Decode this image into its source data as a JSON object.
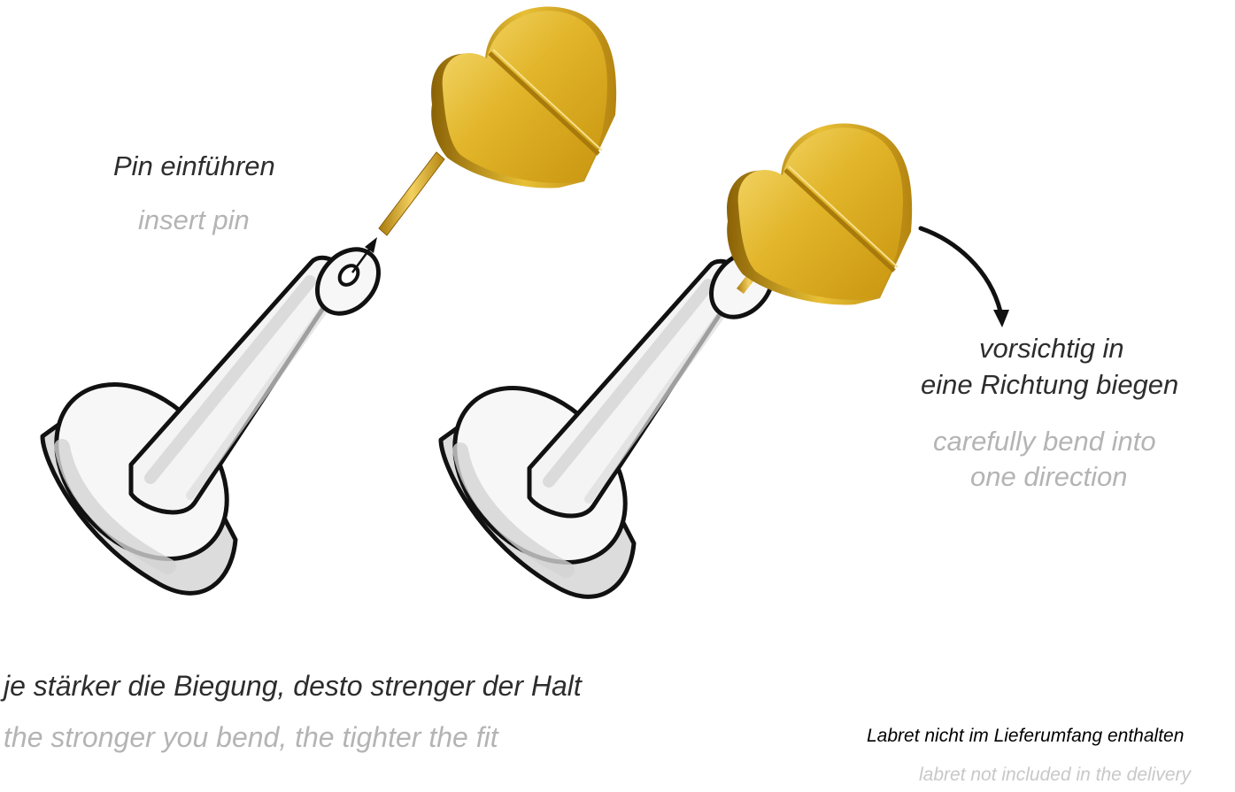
{
  "step_insert": {
    "de": "Pin einführen",
    "en": "insert pin"
  },
  "step_bend": {
    "de_line1": "vorsichtig in",
    "de_line2": "eine Richtung biegen",
    "en_line1": "carefully bend into",
    "en_line2": "one direction"
  },
  "note_fit": {
    "de": "je stärker die Biegung, desto strenger der Halt",
    "en": "the stronger you bend, the tighter the fit"
  },
  "note_labret": {
    "de": "Labret nicht im Lieferumfang enthalten",
    "en": "labret not included in the delivery"
  },
  "colors": {
    "gold_light": "#f2d35a",
    "gold_mid": "#d9a81c",
    "gold_dark": "#9a6f08",
    "labret_fill": "#f6f6f6",
    "labret_shade": "#d2d2d2",
    "outline": "#111111"
  }
}
